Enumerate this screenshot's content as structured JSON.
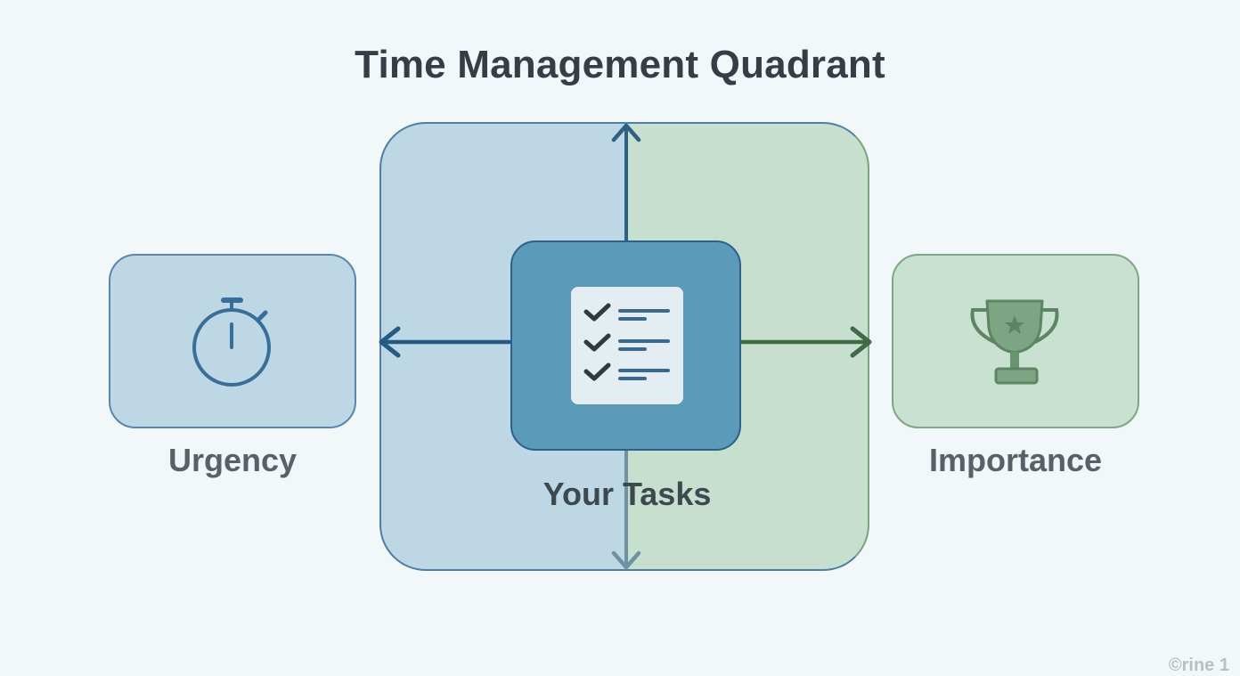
{
  "title": "Time Management Quadrant",
  "nodes": {
    "urgency": {
      "label": "Urgency",
      "icon": "stopwatch-icon"
    },
    "importance": {
      "label": "Importance",
      "icon": "trophy-icon"
    },
    "tasks": {
      "label": "Your Tasks",
      "icon": "checklist-icon"
    }
  },
  "watermark": "©rine 1",
  "colors": {
    "background": "#f2f7f9",
    "urgency_fill": "#bdd7e4",
    "urgency_stroke": "#2f6088",
    "importance_fill": "#c6dfcf",
    "importance_stroke": "#4a7550",
    "center_fill": "#5b9ab8",
    "title_text": "#363d45"
  },
  "arrows": [
    {
      "from": "tasks",
      "direction": "up"
    },
    {
      "from": "tasks",
      "direction": "down"
    },
    {
      "from": "tasks",
      "direction": "left",
      "to": "urgency"
    },
    {
      "from": "tasks",
      "direction": "right",
      "to": "importance"
    }
  ]
}
